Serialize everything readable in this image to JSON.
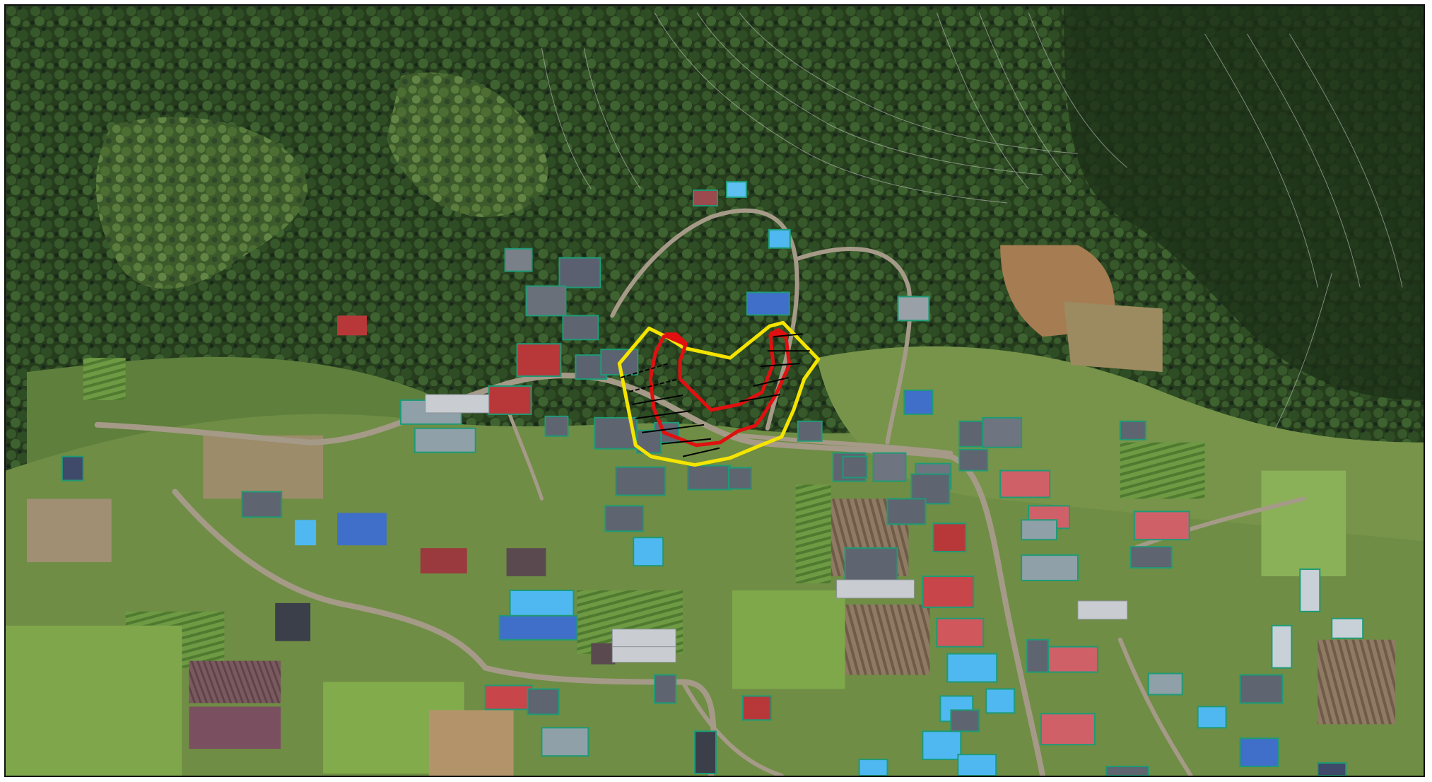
{
  "map": {
    "type": "aerial orthophoto",
    "colors": {
      "forest_dark": "#1f3318",
      "forest_mid": "#2f4a22",
      "forest_light": "#4d6b33",
      "grass": "#7ea64a",
      "field_pale": "#9fbf6a",
      "bare_soil": "#a67c52",
      "road": "#a59a88",
      "roof_blue": "#3f6fc9",
      "roof_red": "#b8383a",
      "roof_gray": "#5e6470",
      "building_outline": "#1f9a76",
      "boundary_outer": "#f5e400",
      "boundary_inner": "#e01010",
      "hatch": "#000000",
      "contour": "#cfcfcf"
    },
    "overlays": [
      {
        "name": "outer-zone",
        "color": "#f5e400"
      },
      {
        "name": "inner-zone",
        "color": "#e01010"
      },
      {
        "name": "section-hatching",
        "color": "#000000"
      }
    ]
  }
}
